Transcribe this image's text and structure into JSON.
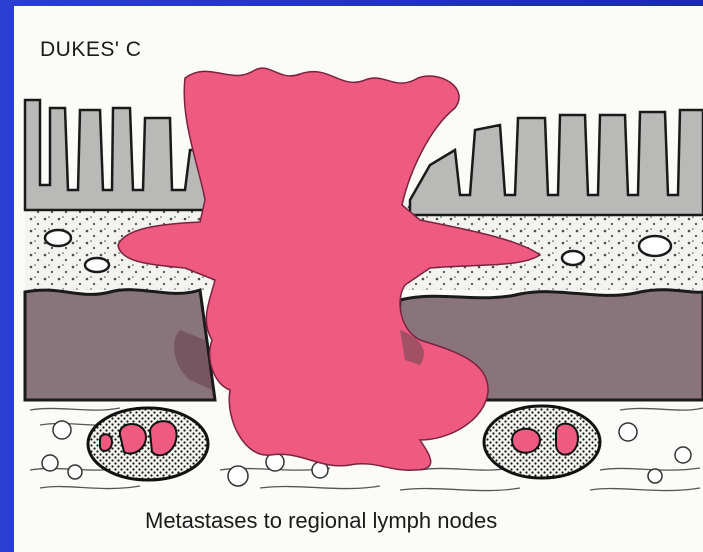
{
  "diagram": {
    "title": "DUKES' C",
    "caption": "Metastases to regional lymph nodes"
  },
  "colors": {
    "frame": "#2233c0",
    "paper": "#fbfbf8",
    "mucosa": "#b9b9b7",
    "submucosa": "#f3f3ef",
    "muscularis": "#8a747b",
    "tumor": "#ee5a80",
    "outline": "#1a1a1a"
  },
  "icons": [
    "tumor-shape",
    "lymph-node-icon"
  ]
}
